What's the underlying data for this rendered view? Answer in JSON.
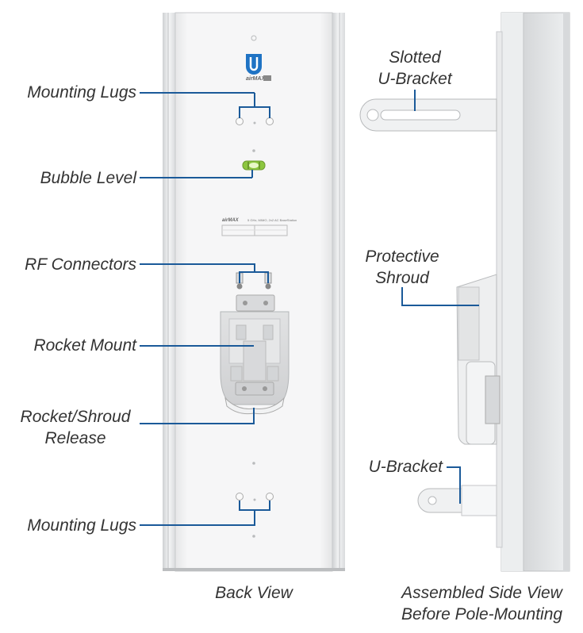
{
  "labels": {
    "mounting_lugs_top": "Mounting Lugs",
    "bubble_level": "Bubble Level",
    "rf_connectors": "RF Connectors",
    "rocket_mount": "Rocket Mount",
    "rocket_shroud_release_1": "Rocket/Shroud",
    "rocket_shroud_release_2": "Release",
    "mounting_lugs_bottom": "Mounting Lugs",
    "slotted_u_bracket_1": "Slotted",
    "slotted_u_bracket_2": "U-Bracket",
    "protective_shroud_1": "Protective",
    "protective_shroud_2": "Shroud",
    "u_bracket": "U-Bracket"
  },
  "captions": {
    "back_view": "Back View",
    "side_view_1": "Assembled Side View",
    "side_view_2": "Before Pole-Mounting"
  },
  "device_text": {
    "brand_small": "airMAX",
    "badge": "ac",
    "sticker_title": "5 GHz, MIMO, 2x2 AC BaseStation"
  },
  "colors": {
    "leader_line": "#1b5a99",
    "logo_blue": "#1f73c4",
    "bubble_green": "#8cc63f"
  },
  "icons": [
    "ubiquiti-logo-icon"
  ]
}
